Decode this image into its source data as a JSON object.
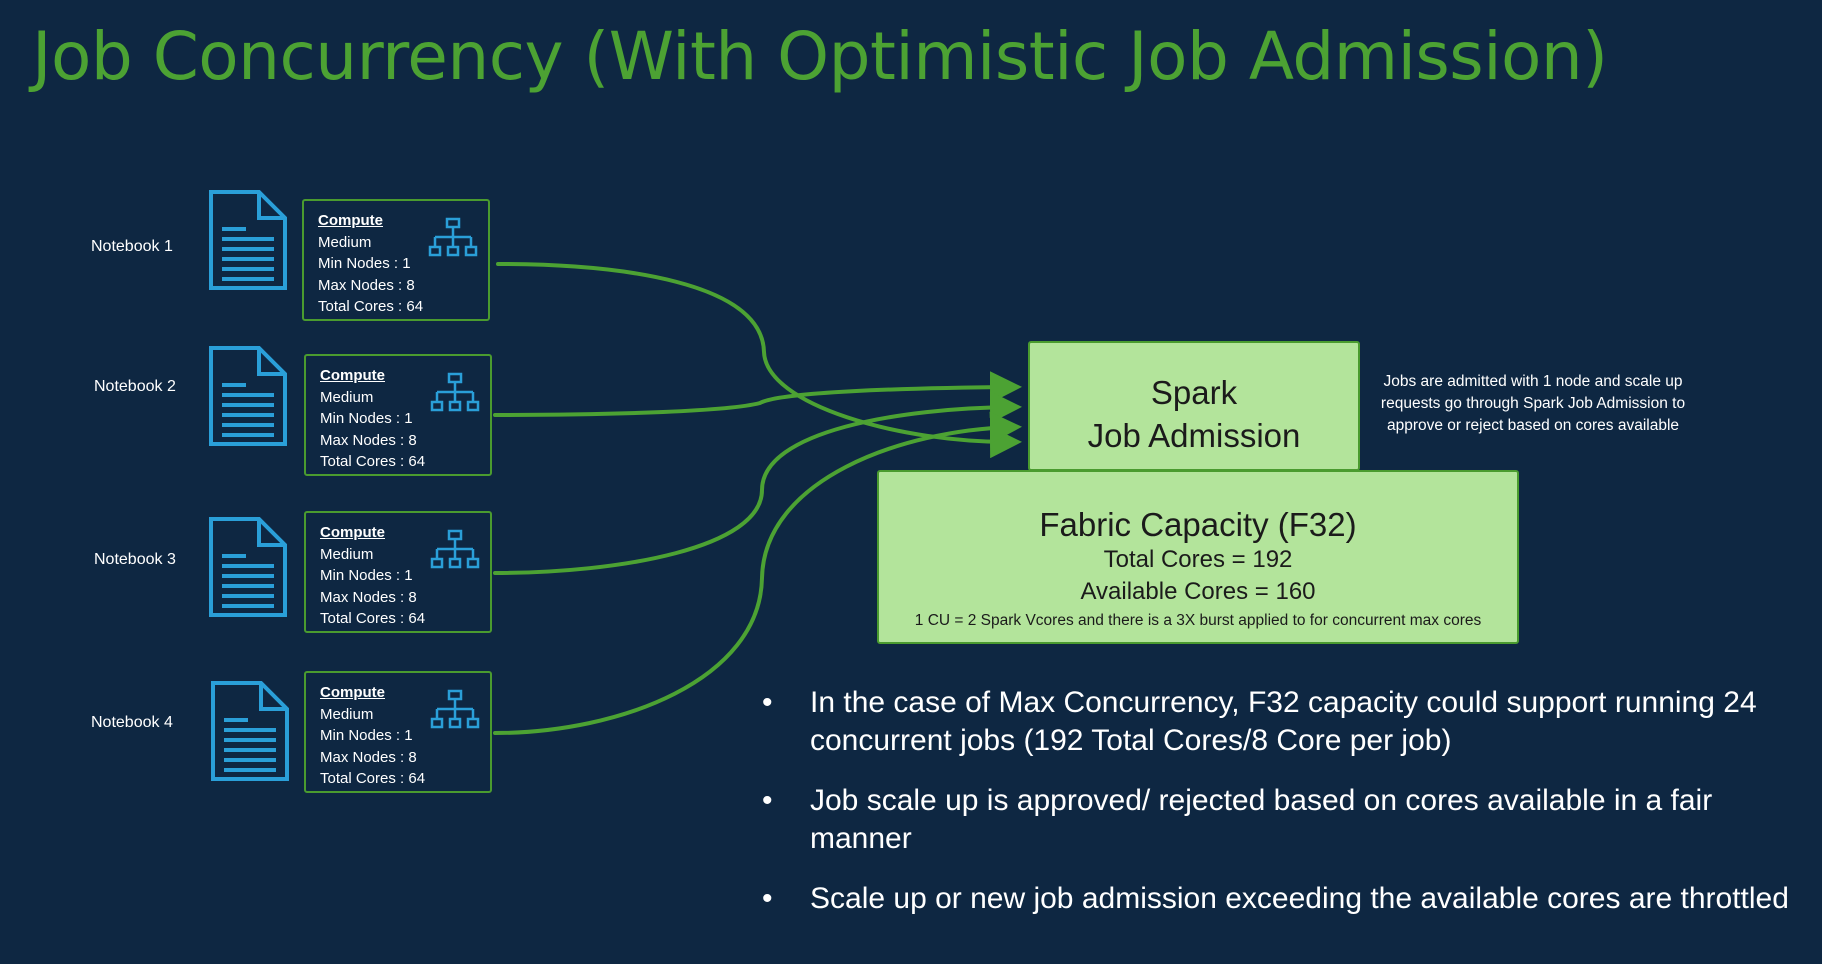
{
  "title": "Job Concurrency (With Optimistic Job Admission)",
  "notebooks": [
    {
      "label": "Notebook 1",
      "compute": {
        "heading": "Compute",
        "size": "Medium",
        "min_nodes": "Min Nodes : 1",
        "max_nodes": "Max Nodes : 8",
        "total_cores": "Total Cores : 64"
      }
    },
    {
      "label": "Notebook 2",
      "compute": {
        "heading": "Compute",
        "size": "Medium",
        "min_nodes": "Min Nodes : 1",
        "max_nodes": "Max Nodes : 8",
        "total_cores": "Total Cores : 64"
      }
    },
    {
      "label": "Notebook 3",
      "compute": {
        "heading": "Compute",
        "size": "Medium",
        "min_nodes": "Min Nodes : 1",
        "max_nodes": "Max Nodes : 8",
        "total_cores": "Total Cores : 64"
      }
    },
    {
      "label": "Notebook 4",
      "compute": {
        "heading": "Compute",
        "size": "Medium",
        "min_nodes": "Min Nodes : 1",
        "max_nodes": "Max Nodes : 8",
        "total_cores": "Total Cores : 64"
      }
    }
  ],
  "spark": {
    "line1": "Spark",
    "line2": "Job Admission",
    "note": "Jobs are admitted with 1 node and scale up requests go through Spark Job Admission to approve or reject based on cores available"
  },
  "fabric": {
    "title": "Fabric Capacity (F32)",
    "total_cores": "Total Cores =  192",
    "available_cores": "Available Cores = 160",
    "note": "1 CU = 2 Spark Vcores and there is a 3X burst applied to for concurrent max cores"
  },
  "bullets": [
    "In the case of Max Concurrency, F32 capacity could support running  24 concurrent jobs (192 Total Cores/8 Core per job)",
    "Job scale up is approved/ rejected based on cores available in a fair manner",
    "Scale up or new job admission exceeding the available cores are throttled"
  ],
  "colors": {
    "background": "#0e2742",
    "title_green": "#4ca233",
    "connector_green": "#4ca233",
    "box_green": "#b3e49b",
    "icon_blue": "#2a9fd8"
  },
  "icons": {
    "notebook": "document-icon",
    "compute": "network-hierarchy-icon"
  }
}
